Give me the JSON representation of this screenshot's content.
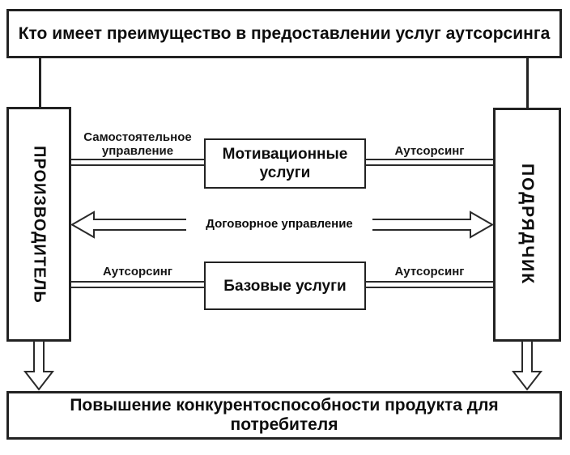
{
  "diagram": {
    "top_question": "Кто имеет преимущество в предоставлении услуг аутсорсинга",
    "actors": {
      "producer": "ПРОИЗВОДИТЕЛЬ",
      "contractor": "ПОДРЯДЧИК"
    },
    "service_boxes": {
      "motivational": "Мотивационные услуги",
      "basic": "Базовые услуги"
    },
    "labels": {
      "self_management": "Самостоятельное управление",
      "contract_management": "Договорное управление",
      "outsourcing_upper_right": "Аутсорсинг",
      "outsourcing_lower_left": "Аутсорсинг",
      "outsourcing_lower_right": "Аутсорсинг"
    },
    "bottom_result": "Повышение конкурентоспособности продукта для потребителя",
    "colors": {
      "line": "#222222",
      "background": "#ffffff",
      "text": "#0d0d0d"
    }
  }
}
